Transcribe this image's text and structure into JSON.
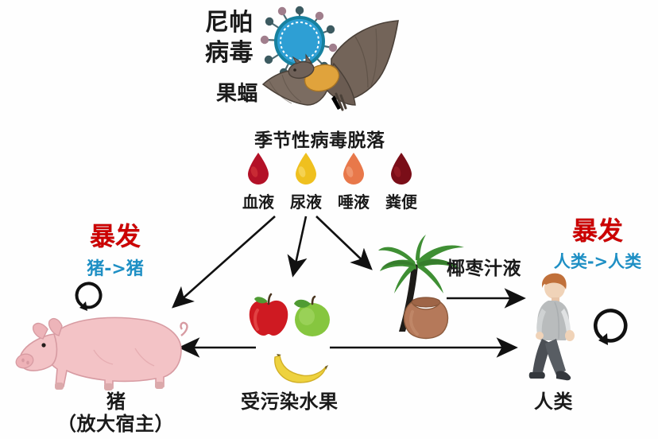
{
  "diagram": {
    "title_virus": "尼帕病毒",
    "title_virus_line1": "尼帕",
    "title_virus_line2": "病毒",
    "bat_label": "果蝠",
    "shedding_label": "季节性病毒脱落",
    "sap_label": "椰枣汁液",
    "fruit_label": "受污染水果",
    "pig_label": "猪",
    "pig_sublabel": "（放大宿主）",
    "human_label": "人类",
    "outbreak_left": {
      "headline": "暴发",
      "chain": "猪->猪"
    },
    "outbreak_right": {
      "headline": "暴发",
      "chain": "人类->人类"
    },
    "droplets": [
      {
        "label": "血液",
        "color": "#b31127",
        "name": "blood-droplet"
      },
      {
        "label": "尿液",
        "color": "#efc01f",
        "name": "urine-droplet"
      },
      {
        "label": "唾液",
        "color": "#e8784a",
        "name": "saliva-droplet"
      },
      {
        "label": "粪便",
        "color": "#7a0e18",
        "name": "feces-droplet"
      }
    ],
    "icons": {
      "virus": "nipah-virus-particle",
      "bat": "fruit-bat",
      "pig": "pig",
      "human": "walking-human",
      "palm": "date-palm-tree",
      "pot": "clay-sap-pot",
      "red_apple": "red-apple",
      "green_fruit": "green-apple",
      "banana": "banana"
    },
    "colors": {
      "outbreak_text": "#cc0000",
      "chain_text": "#1e8fc4",
      "virus_body": "#2e9fd4",
      "virus_ring": "#17819f",
      "bat_wing": "#6d6158",
      "bat_body": "#e0a33c",
      "pig_body": "#f3c3c6",
      "pot": "#b5795a",
      "palm_frond": "#3f8f34",
      "arrow": "#111111"
    }
  }
}
